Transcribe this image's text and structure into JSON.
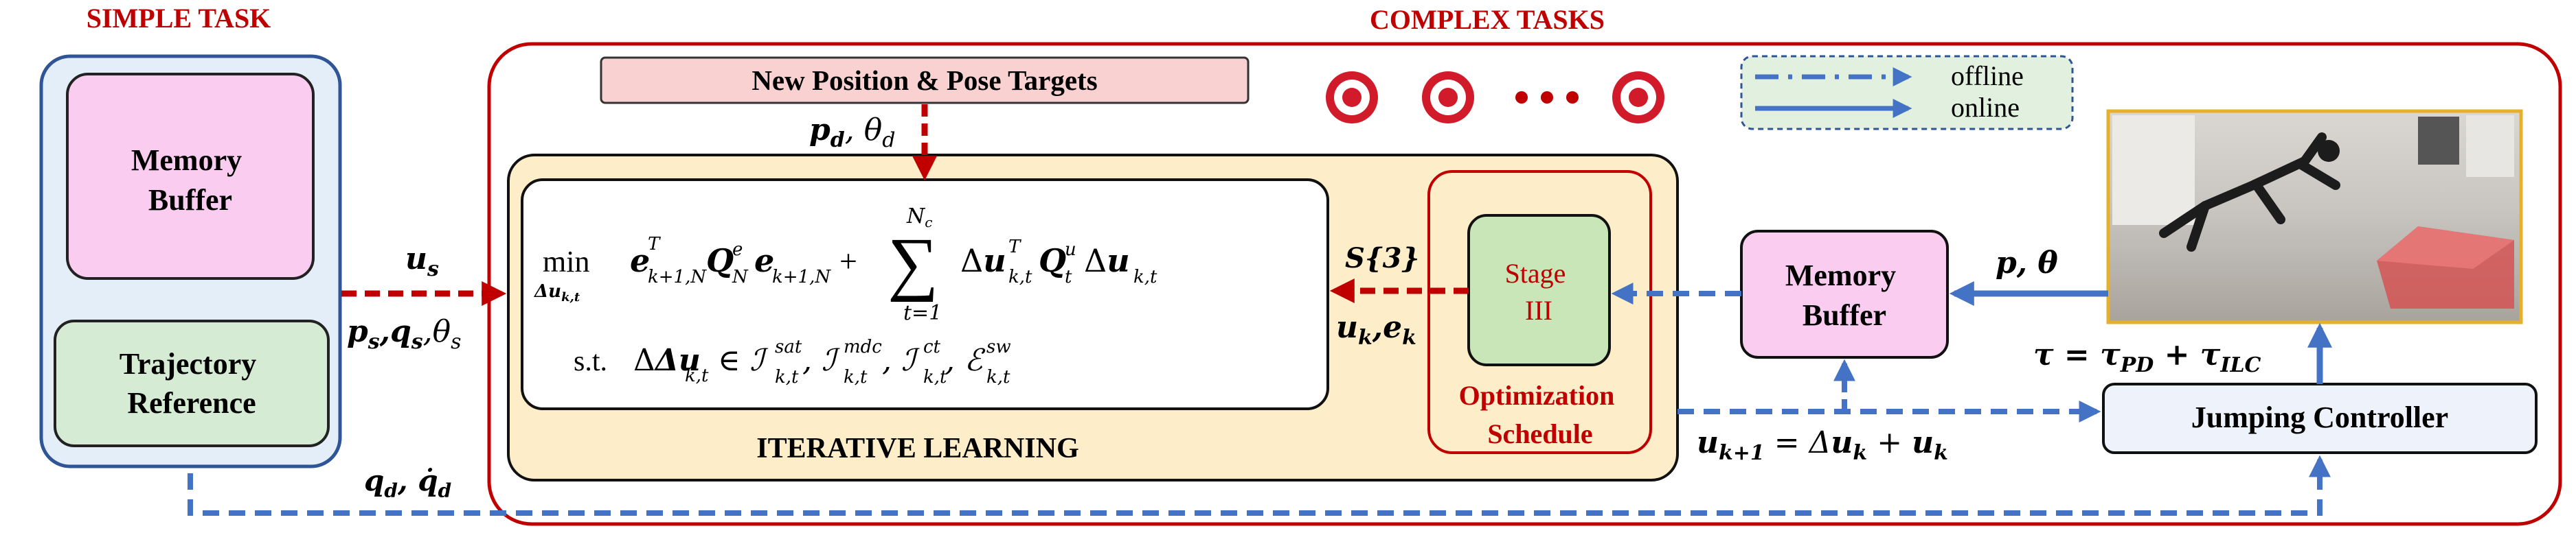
{
  "titles": {
    "simple": "SIMPLE TASK",
    "complex": "COMPLEX TASKS"
  },
  "simple_task": {
    "memory_buffer": [
      "Memory",
      "Buffer"
    ],
    "trajectory_reference": [
      "Trajectory",
      "Reference"
    ]
  },
  "targets": {
    "label": "New Position & Pose Targets",
    "ellipsis": "• • •"
  },
  "legend": {
    "offline": "offline",
    "online": "online"
  },
  "optimization": {
    "objective_min": "min",
    "objective_sub": "Δu",
    "objective_sub_idx": "k,t",
    "term1": "e",
    "sum_upper": "N",
    "sum_upper_sub": "c",
    "sum_lower": "t=1",
    "constraint_prefix": "s.t.",
    "constraint_var": "Δu",
    "constraint_sets": "∈ ℐ",
    "footer": "ITERATIVE LEARNING"
  },
  "stage": {
    "line1": "Stage",
    "line2": "III",
    "schedule": [
      "Optimization",
      "Schedule"
    ]
  },
  "complex_memory_buffer": [
    "Memory",
    "Buffer"
  ],
  "jumping_controller": "Jumping Controller",
  "labels": {
    "u_s": "u",
    "u_s_sub": "s",
    "ps_qs": "p",
    "pd_thetad": "p",
    "s3": "S{3}",
    "uk_ek": "u",
    "p_theta": "p, θ",
    "tau": "τ = τ",
    "u_update": "u",
    "qd": "q"
  },
  "colors": {
    "red": "#c00000",
    "blue": "#4472c4",
    "dark_blue": "#2f5597",
    "pink": "#f9ccf0",
    "green": "#d6ebd3",
    "yellow": "#fdeec9",
    "light_blue": "#e4eef8"
  }
}
